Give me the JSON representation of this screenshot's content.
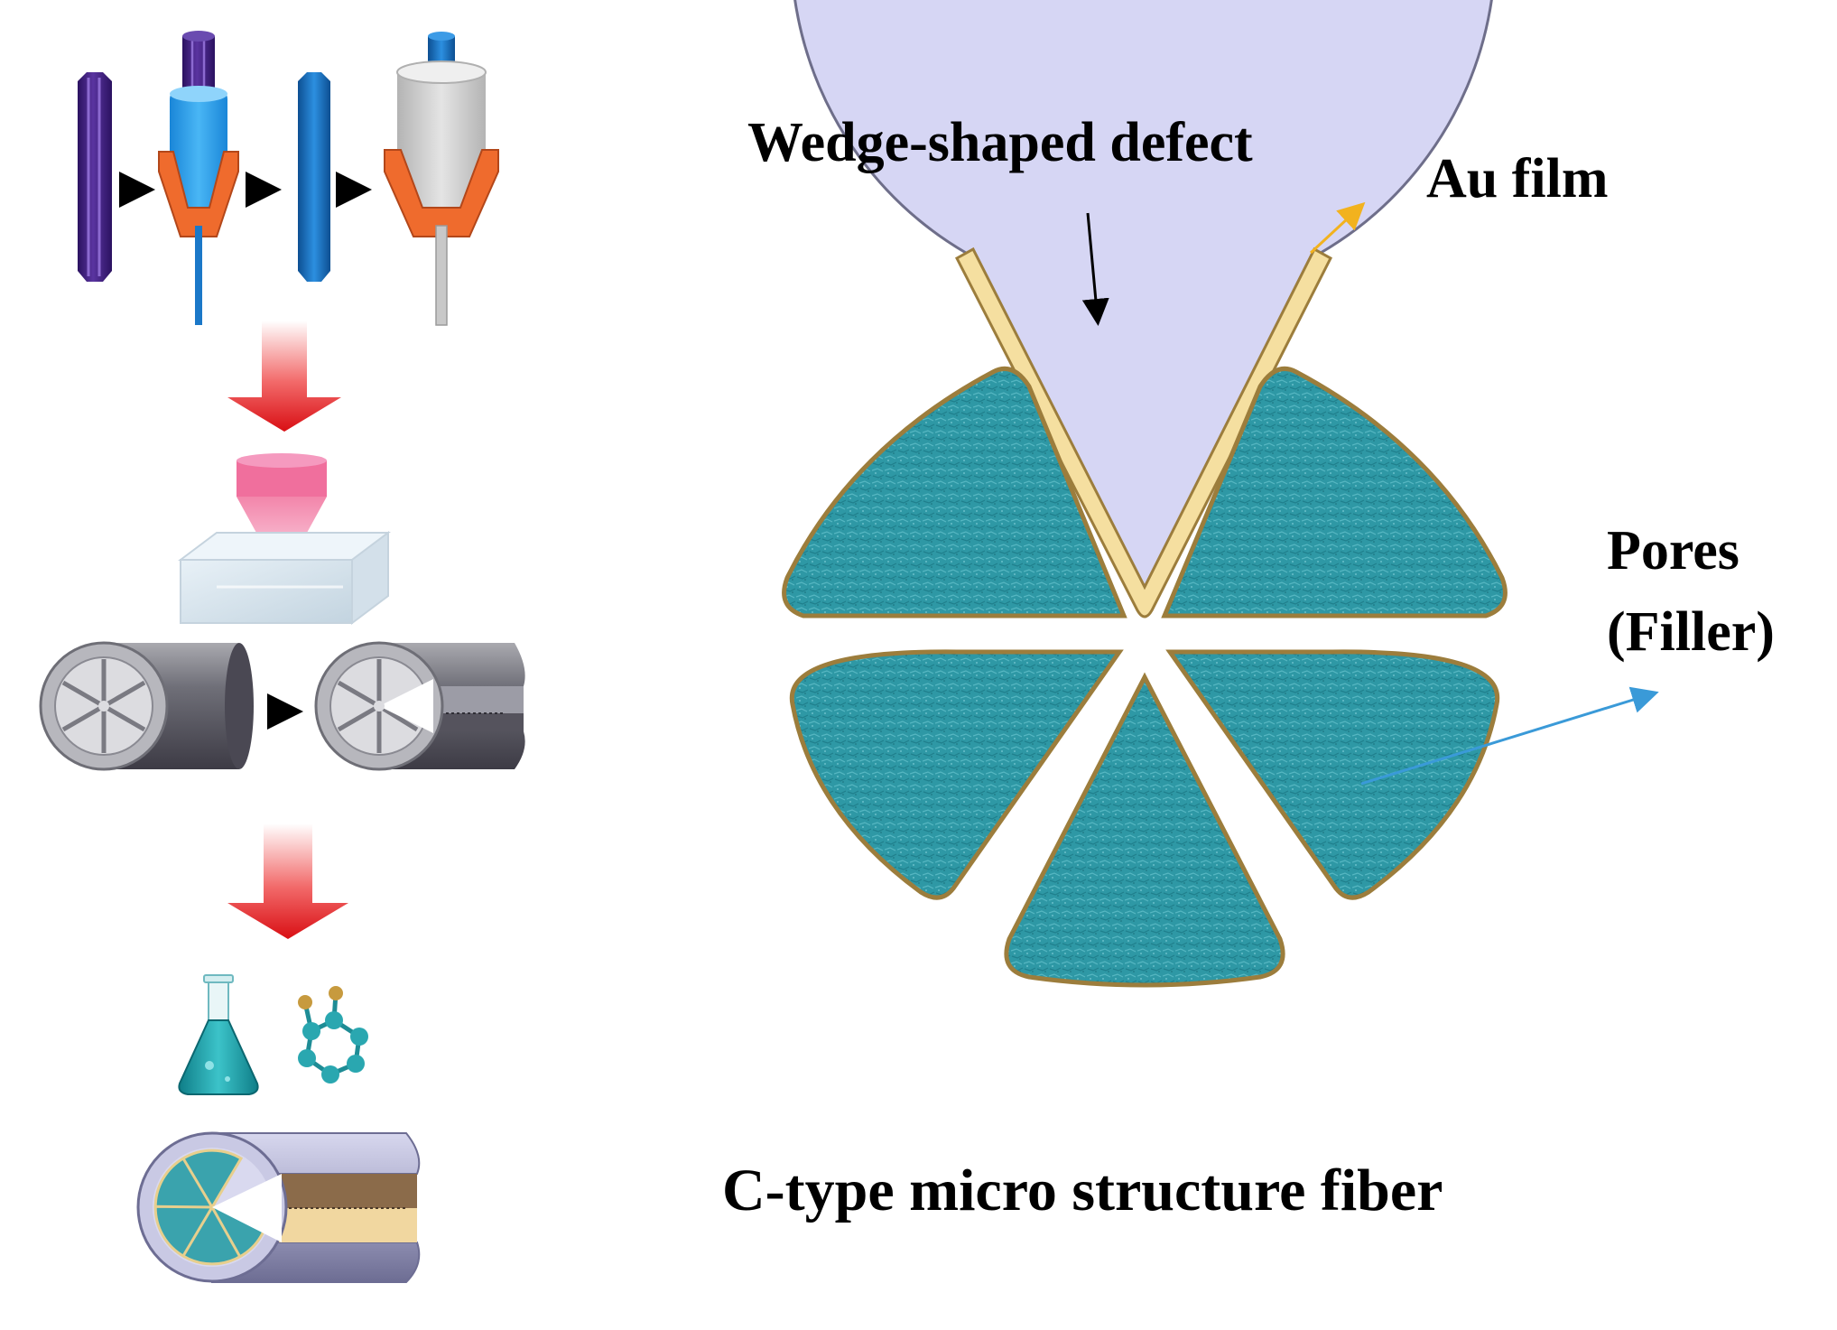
{
  "labels": {
    "wedge_defect": "Wedge-shaped defect",
    "au_film": "Au film",
    "pores_line1": "Pores",
    "pores_line2": "(Filler)",
    "caption": "C-type micro structure fiber"
  },
  "colors": {
    "cladding": "#d6d6f4",
    "gold_film": "#f5dfa0",
    "gold_outline": "#9c7d3c",
    "pore_fill": "#2f9aa6",
    "process_arrow": "#e0161b",
    "preform_purple": "#4a2784",
    "capillary_blue": "#1b78c8",
    "au_arrow": "#f2b21e",
    "pores_arrow": "#3a9ad8"
  },
  "icons": {
    "flask": "flask-icon",
    "molecule": "molecule-icon"
  }
}
